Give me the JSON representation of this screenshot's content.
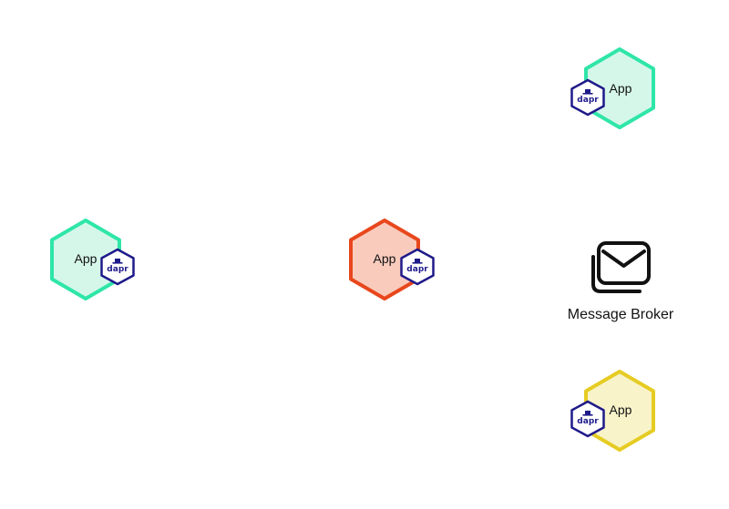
{
  "colors": {
    "green_stroke": "#2ee6a8",
    "green_fill": "#d5f7ea",
    "orange_stroke": "#e8471c",
    "orange_fill": "#f9cbbd",
    "yellow_stroke": "#e6cc22",
    "yellow_fill": "#f8f3c8",
    "dapr_stroke": "#1f1a8a",
    "icon_stroke": "#111111"
  },
  "apps": [
    {
      "label": "App",
      "color": "green",
      "sidecar_label": "dapr"
    },
    {
      "label": "App",
      "color": "orange",
      "sidecar_label": "dapr"
    },
    {
      "label": "App",
      "color": "green",
      "sidecar_label": "dapr"
    },
    {
      "label": "App",
      "color": "yellow",
      "sidecar_label": "dapr"
    }
  ],
  "broker": {
    "label": "Message Broker",
    "icon": "envelope-stack-icon"
  }
}
